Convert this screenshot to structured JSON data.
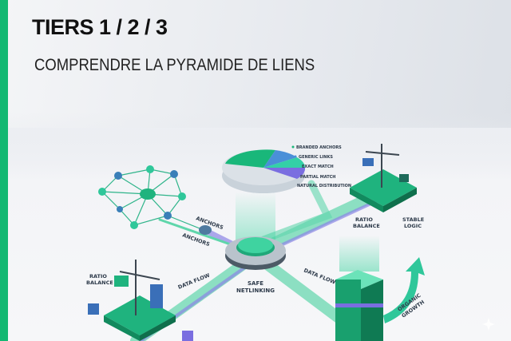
{
  "header": {
    "title": "TIERS 1 / 2 / 3",
    "subtitle": "COMPRENDRE LA PYRAMIDE DE LIENS"
  },
  "pie_legend": [
    "BRANDED ANCHORS",
    "GENERIC LINKS",
    "EXACT MATCH",
    "PARTIAL MATCH",
    "NATURAL DISTRIBUTION"
  ],
  "labels": {
    "anchors_1": "ANCHORS",
    "anchors_2": "ANCHORS",
    "ratio_balance_right": [
      "RATIO",
      "BALANCE"
    ],
    "stable_logic": [
      "STABLE",
      "LOGIC"
    ],
    "ratio_balance_left": [
      "RATIO",
      "BALANCE"
    ],
    "data_flow_left": "DATA FLOW",
    "data_flow_right": "DATA FLOW",
    "safe_netlinking": [
      "SAFE",
      "NETLINKING"
    ],
    "organic_growth": [
      "ORGANIC",
      "GROWTH"
    ]
  },
  "colors": {
    "accent": "#13b872",
    "teal": "#2fc79a",
    "purple": "#7a6ee0",
    "blue": "#4a8fd8"
  }
}
